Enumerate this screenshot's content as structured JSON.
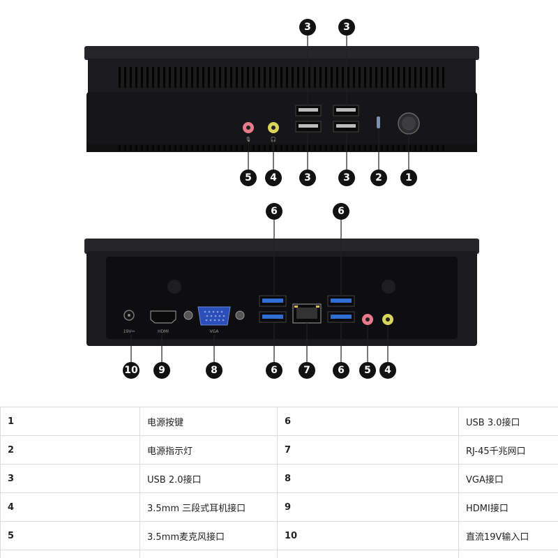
{
  "figure": {
    "top_markers": [
      {
        "n": "3"
      },
      {
        "n": "3"
      }
    ],
    "top_bottom_markers": [
      {
        "n": "5"
      },
      {
        "n": "4"
      },
      {
        "n": "3"
      },
      {
        "n": "3"
      },
      {
        "n": "2"
      },
      {
        "n": "1"
      }
    ],
    "rear_top_markers": [
      {
        "n": "6"
      },
      {
        "n": "6"
      }
    ],
    "rear_bottom_markers": [
      {
        "n": "10"
      },
      {
        "n": "9"
      },
      {
        "n": "8"
      },
      {
        "n": "6"
      },
      {
        "n": "7"
      },
      {
        "n": "6"
      },
      {
        "n": "5"
      },
      {
        "n": "4"
      }
    ],
    "port_labels": {
      "dc": "19V⎓",
      "hdmi": "HDMI",
      "vga": "VGA"
    },
    "colors": {
      "device": "#1d1d1f",
      "panel": "#0e0e10",
      "usb3": "#2f6fd1",
      "mic": "#e87a8c",
      "headphone": "#d9d45a"
    }
  },
  "spec_table": {
    "rows": [
      {
        "num_left": "1",
        "desc_left": "电源按键",
        "num_right": "6",
        "desc_right": "USB 3.0接口"
      },
      {
        "num_left": "2",
        "desc_left": "电源指示灯",
        "num_right": "7",
        "desc_right": "RJ-45千兆网口"
      },
      {
        "num_left": "3",
        "desc_left": "USB 2.0接口",
        "num_right": "8",
        "desc_right": "VGA接口"
      },
      {
        "num_left": "4",
        "desc_left": "3.5mm 三段式耳机接口",
        "num_right": "9",
        "desc_right": "HDMI接口"
      },
      {
        "num_left": "5",
        "desc_left": "3.5mm麦克风接口",
        "num_right": "10",
        "desc_right": "直流19V输入口"
      }
    ]
  }
}
